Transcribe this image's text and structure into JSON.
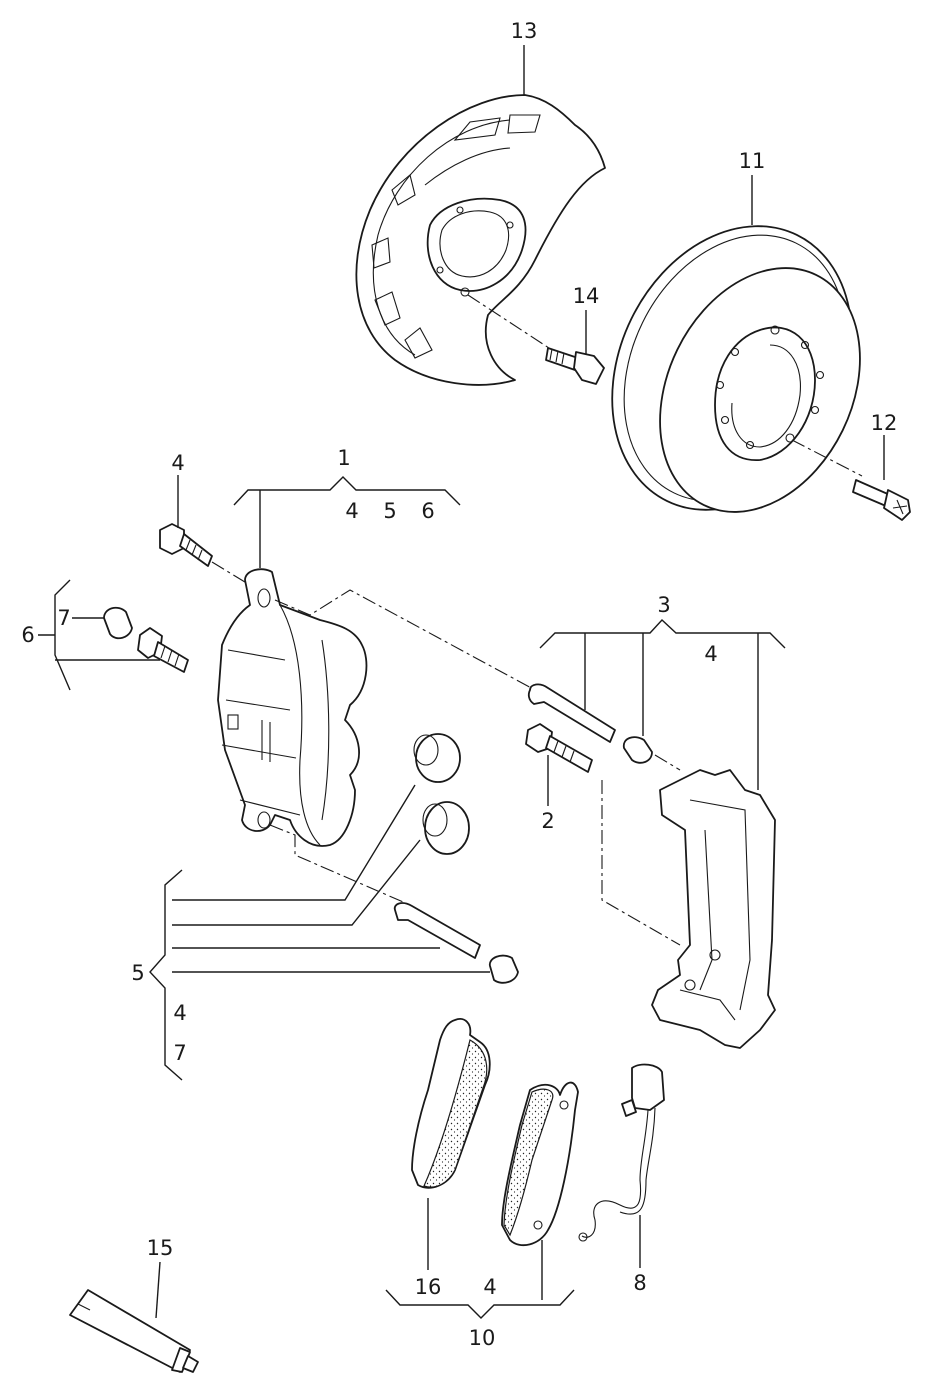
{
  "callouts": {
    "c1": "1",
    "c2": "2",
    "c3": "3",
    "c4_top": "4",
    "c4_g1": "4",
    "c5_g1": "5",
    "c6_g1": "6",
    "c4_g3": "4",
    "c6": "6",
    "c7": "7",
    "c5": "5",
    "c4_g5": "4",
    "c7_g5": "7",
    "c8": "8",
    "c10": "10",
    "c4_g10": "4",
    "c16": "16",
    "c11": "11",
    "c12": "12",
    "c13": "13",
    "c14": "14",
    "c15": "15"
  }
}
